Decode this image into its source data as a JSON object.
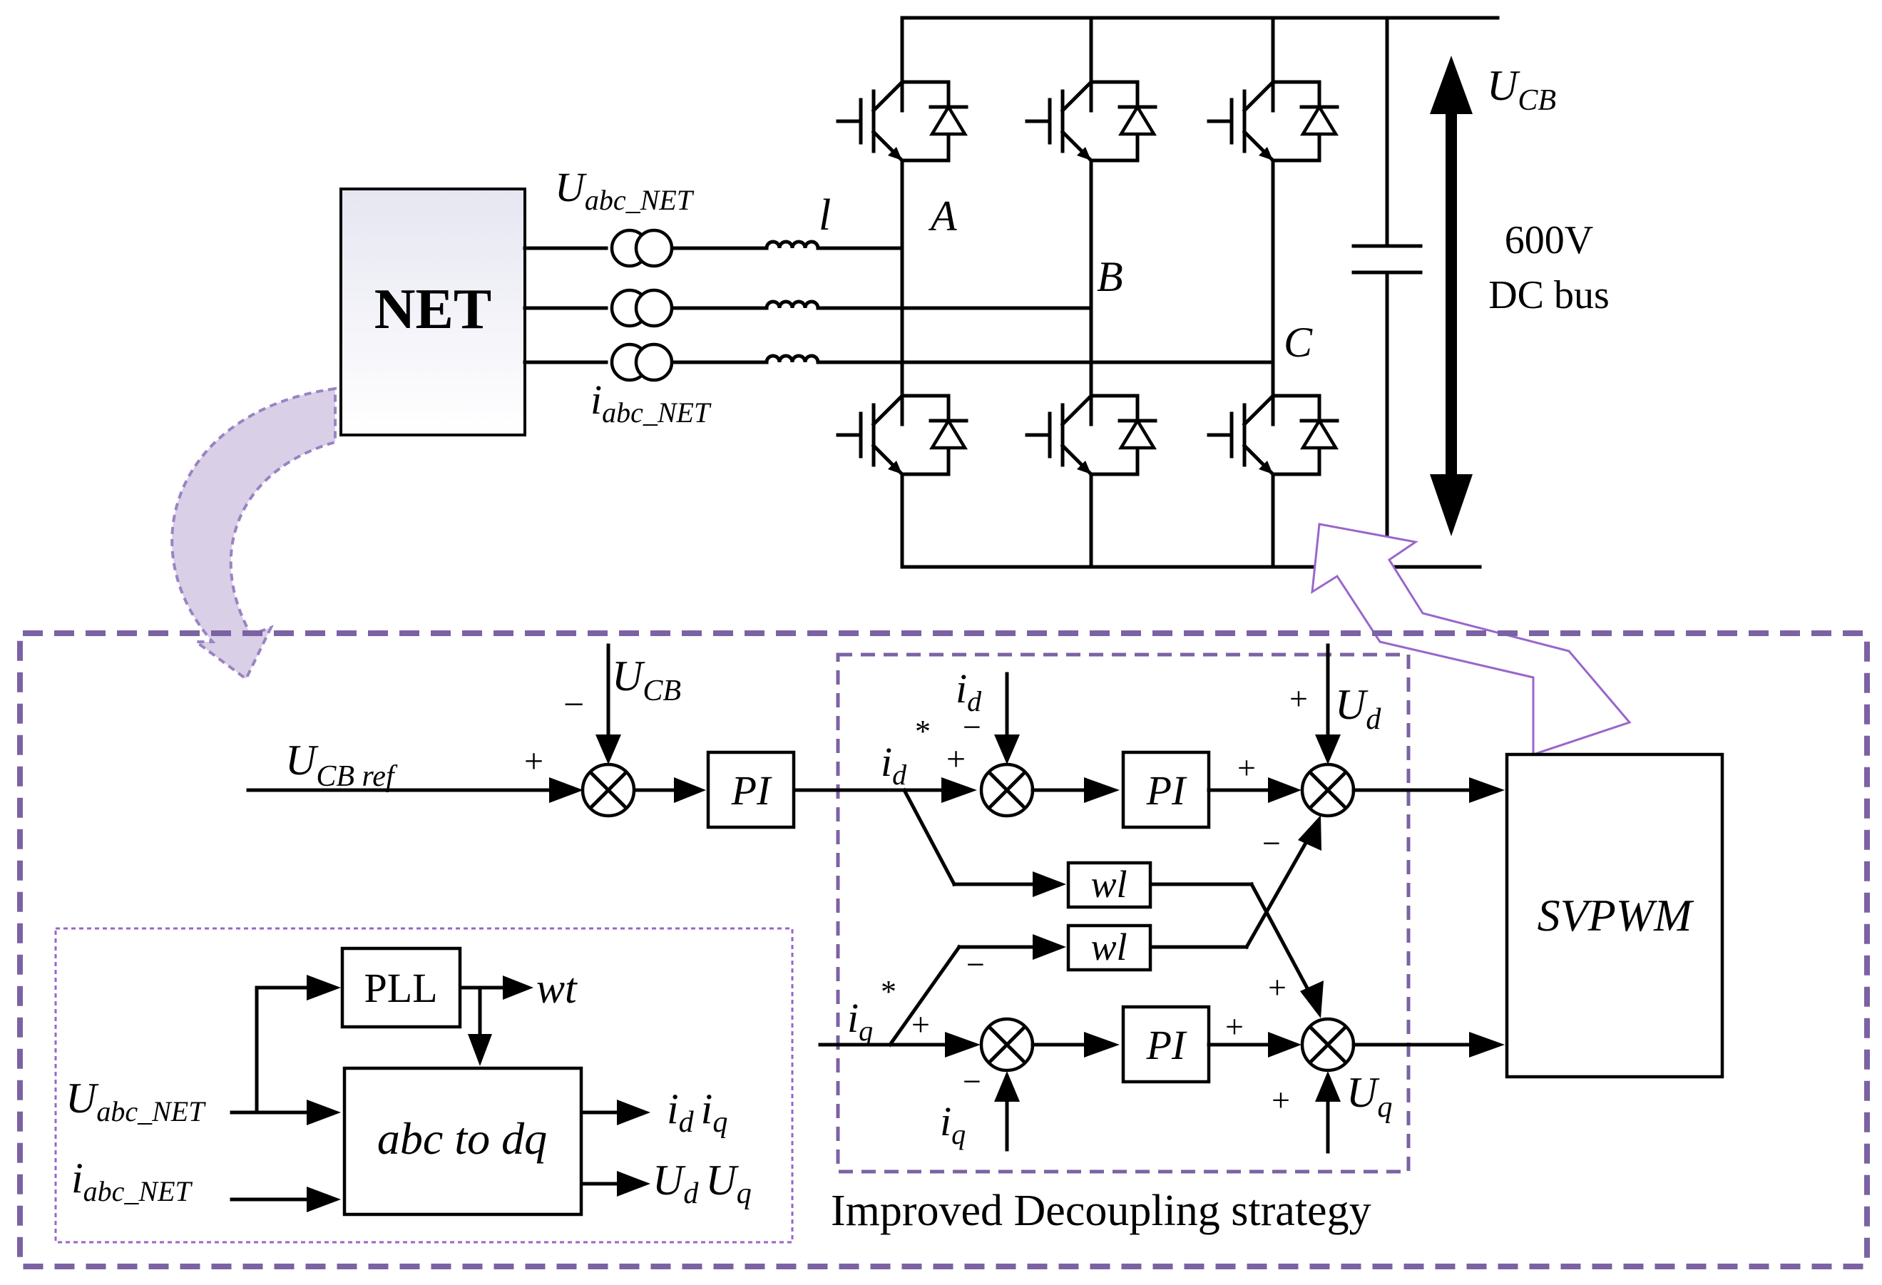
{
  "net_block": {
    "label": "NET"
  },
  "labels": {
    "u_abc_net": "U",
    "u_abc_net_sub": "abc_NET",
    "i_abc_net": "i",
    "i_abc_net_sub": "abc_NET",
    "inductor": "l",
    "node_a": "A",
    "node_b": "B",
    "node_c": "C",
    "ucb": "U",
    "ucb_sub": "CB",
    "dc_voltage": "600V",
    "dc_bus": "DC bus"
  },
  "control": {
    "ucb_fb": "U",
    "ucb_fb_sub": "CB",
    "ucb_ref": "U",
    "ucb_ref_sub": "CB ref",
    "pi_label": "PI",
    "id_ref": "i",
    "id_ref_sub": "d",
    "star": "*",
    "iq_ref": "i",
    "iq_ref_sub": "q",
    "id_fb": "i",
    "id_fb_sub": "d",
    "iq_fb": "i",
    "iq_fb_sub": "q",
    "ud_ff": "U",
    "ud_ff_sub": "d",
    "uq_ff": "U",
    "uq_ff_sub": "q",
    "wl_label": "wl",
    "svpwm": "SVPWM",
    "plus": "+",
    "minus": "−",
    "strategy_caption": "Improved Decoupling strategy"
  },
  "transform": {
    "pll": "PLL",
    "wt": "wt",
    "abc_to_dq": "abc to dq",
    "u_in": "U",
    "u_in_sub": "abc_NET",
    "i_in": "i",
    "i_in_sub": "abc_NET",
    "out_i": "i",
    "out_i_d": "d",
    "out_i_q": "q",
    "out_u": "U",
    "out_u_d": "d",
    "out_u_q": "q"
  },
  "colors": {
    "net_fill_top": "#e6e6f2",
    "net_fill_bottom": "#ffffff",
    "frame": "#7b62a3",
    "inner_frame": "#9a66c7",
    "sub_arrow_fill": "#d9cfe7",
    "sub_arrow_stroke": "#9a83c2",
    "svpwm_arrow": "#9966cc"
  }
}
